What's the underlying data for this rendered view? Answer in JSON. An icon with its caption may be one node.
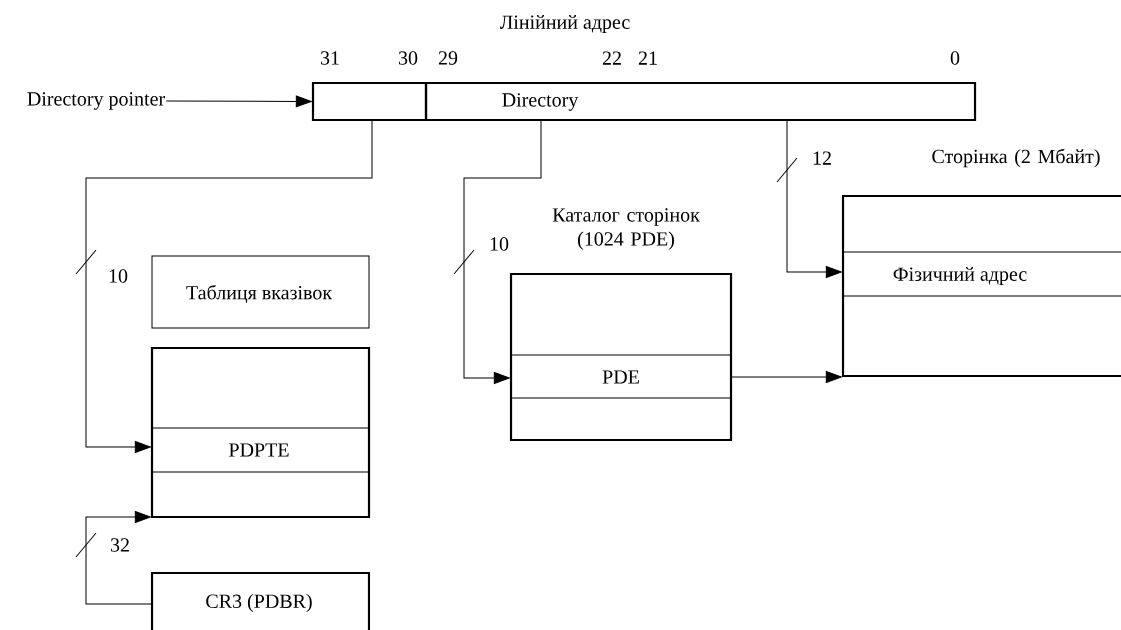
{
  "diagram": {
    "title": "Лінійний адрес",
    "nodes": [
      {
        "text": [
          "Directory pointer"
        ]
      },
      {
        "text": [],
        "shape": "box"
      },
      {
        "text": [
          "Directory"
        ]
      },
      {
        "text": [
          "Таблиця вказівок"
        ]
      },
      {
        "text": [
          "PDPTE"
        ]
      },
      {
        "text": [
          "CR3 (PDBR)"
        ]
      },
      {
        "text": [
          "Каталог сторінок (1024 PDE)",
          "PDE"
        ]
      },
      {
        "text": [
          "Сторінка (2 Мбайт)",
          "Фізичний адрес"
        ]
      }
    ],
    "edges": [
      {
        "from": 0,
        "to": 1,
        "arrow": "to"
      },
      {
        "from": 1,
        "to": 4,
        "arrow": "to",
        "label": "10"
      },
      {
        "from": 2,
        "to": 6,
        "arrow": "to",
        "label": "10"
      },
      {
        "from": 2,
        "to": 7,
        "arrow": "to",
        "label": "12"
      },
      {
        "from": 6,
        "to": 7,
        "arrow": "to"
      },
      {
        "from": 5,
        "to": 4,
        "arrow": "to",
        "label": "32"
      }
    ],
    "labels": [
      "31",
      "30",
      "29",
      "22",
      "21",
      "0"
    ]
  }
}
